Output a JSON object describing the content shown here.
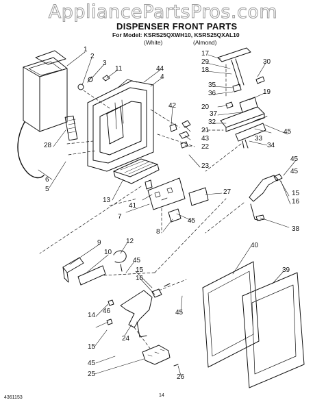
{
  "watermark": "AppliancePartsPros.com",
  "header": {
    "title": "DISPENSER FRONT PARTS",
    "model_line": "For Model: KSRS25QXWH10, KSRS25QXAL10",
    "variant_white": "(White)",
    "variant_almond": "(Almond)"
  },
  "footer": {
    "doc_code": "4361153",
    "page_number": "14"
  },
  "callouts": [
    "1",
    "2",
    "3",
    "11",
    "44",
    "4",
    "17",
    "29",
    "30",
    "18",
    "35",
    "36",
    "19",
    "37",
    "32",
    "33",
    "20",
    "42",
    "21",
    "43",
    "22",
    "45",
    "34",
    "23",
    "28",
    "6",
    "5",
    "13",
    "41",
    "7",
    "27",
    "45",
    "16",
    "15",
    "38",
    "45",
    "8",
    "12",
    "9",
    "10",
    "45",
    "40",
    "39",
    "15",
    "16",
    "14",
    "46",
    "24",
    "15",
    "45",
    "25",
    "26",
    "45",
    "45"
  ]
}
